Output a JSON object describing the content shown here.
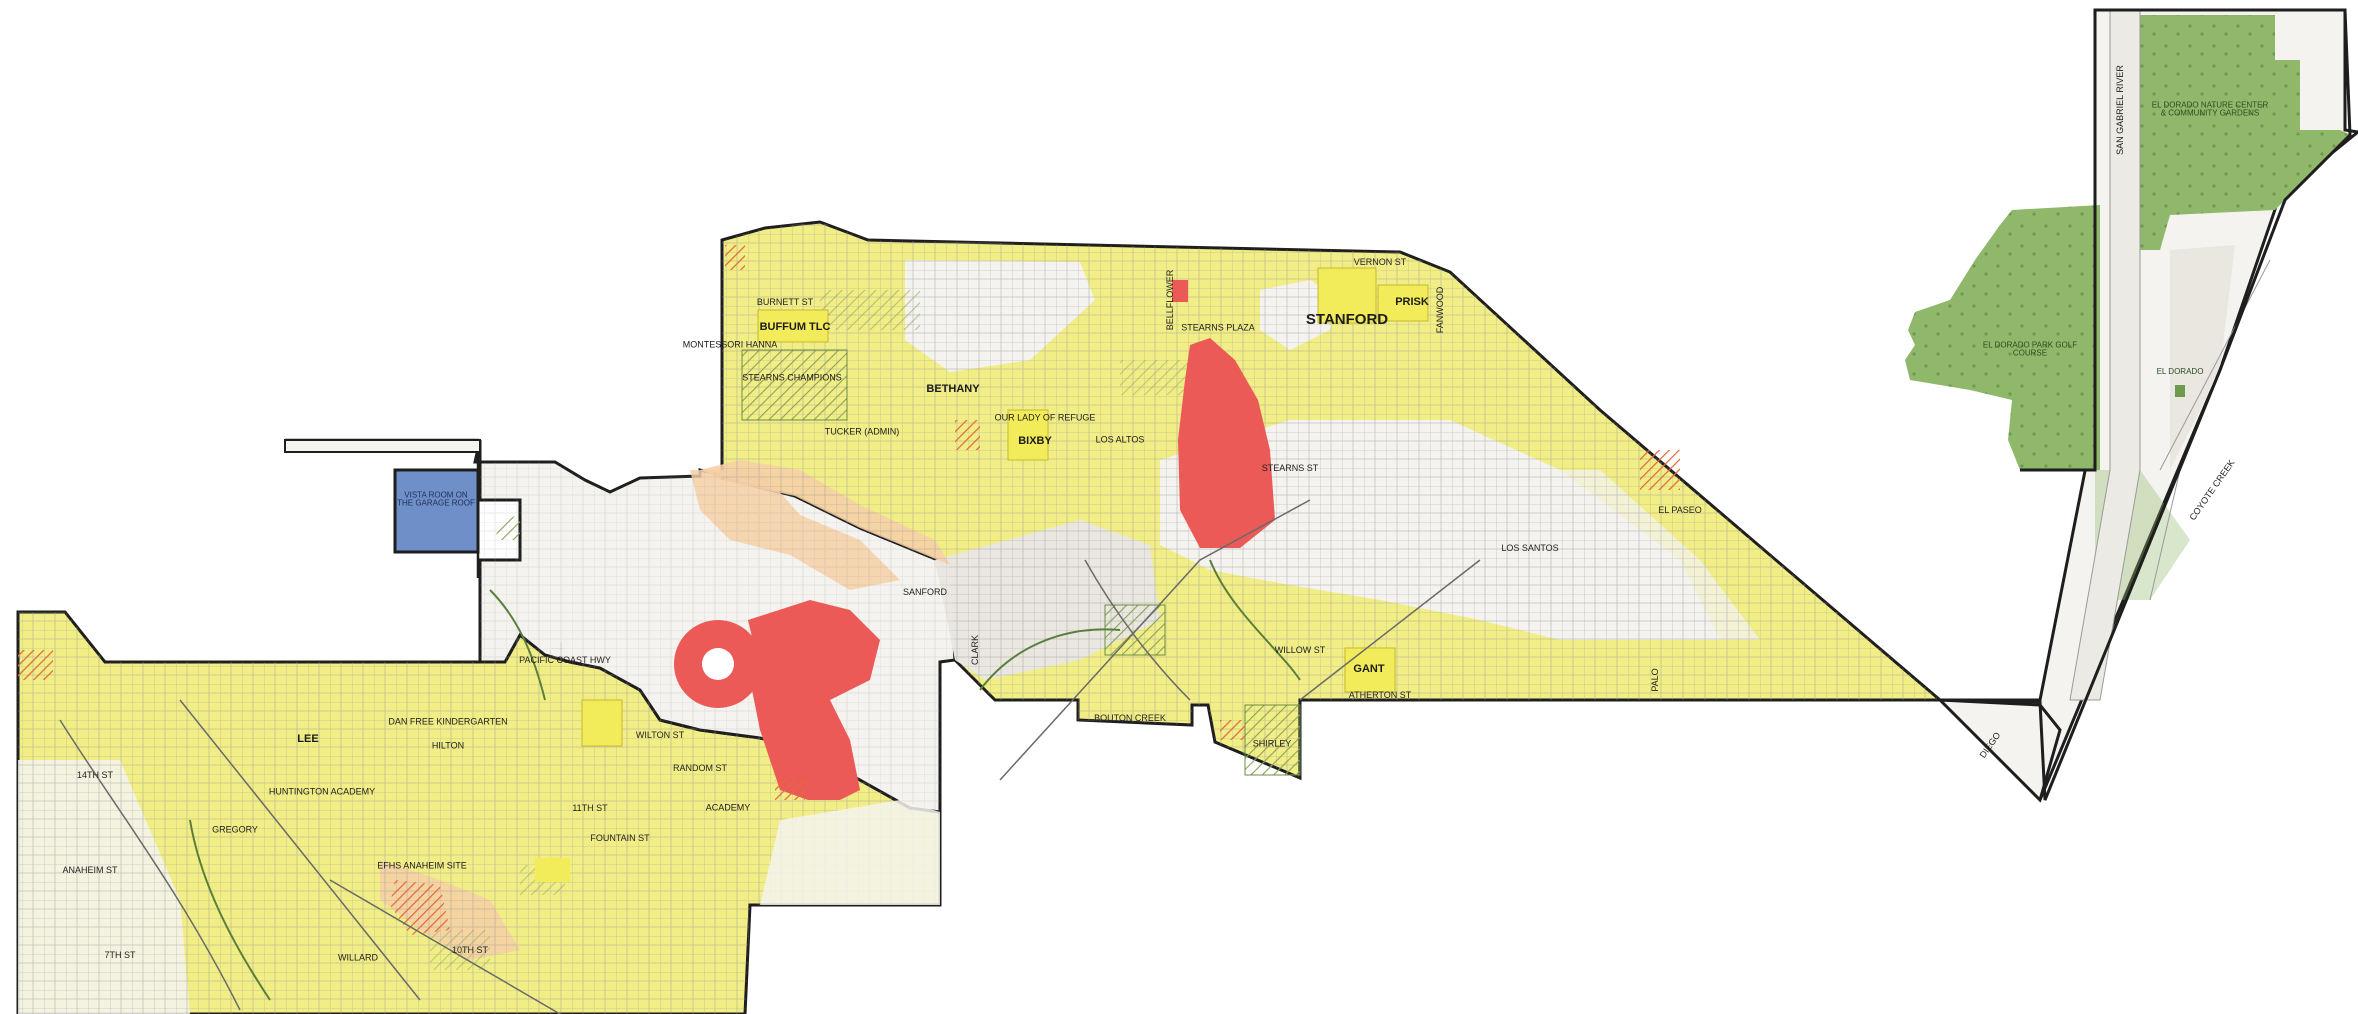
{
  "colors": {
    "boundary": "#1e1e1e",
    "buffer_yellow": "#f2ee86",
    "buffer_peach": "#f6cfa6",
    "hotspot_red": "#ec5a57",
    "park_green": "#8fb86a",
    "blue_site": "#6f8fc8",
    "street_grid": "#9a9a9a"
  },
  "labels": {
    "stanford": "STANFORD",
    "prisk": "PRISK",
    "buffum": "BUFFUM TLC",
    "montessori": "MONTESSORI HANNA",
    "stearns_champions": "STEARNS CHAMPIONS",
    "tucker": "TUCKER (ADMIN)",
    "bethany": "BETHANY",
    "our_lady": "OUR LADY OF REFUGE",
    "bixby": "BIXBY",
    "los_altos": "LOS ALTOS",
    "stearns_plaza": "STEARNS PLAZA",
    "gant": "GANT",
    "lee": "LEE",
    "dan_free": "DAN FREE KINDERGARTEN",
    "hilton": "HILTON",
    "huntington": "HUNTINGTON ACADEMY",
    "gregory": "GREGORY",
    "efhs": "EFHS ANAHEIM SITE",
    "willard": "WILLARD",
    "academy": "ACADEMY",
    "shirley": "SHIRLEY",
    "el_dorado_nature": "EL DORADO NATURE CENTER & COMMUNITY GARDENS",
    "el_dorado_golf": "EL DORADO PARK GOLF COURSE",
    "el_dorado": "EL DORADO",
    "vista_room": "VISTA ROOM ON THE GARAGE ROOF"
  },
  "streets": {
    "stearns_st": "STEARNS ST",
    "los_santos": "LOS SANTOS",
    "atherton": "ATHERTON ST",
    "pch": "PACIFIC COAST HWY",
    "anaheim": "ANAHEIM ST",
    "sanford": "SANFORD",
    "bouton_creek": "BOUTON CREEK",
    "palo": "PALO",
    "el_paseo": "EL PASEO",
    "san_gabriel_river": "SAN GABRIEL RIVER",
    "coyote_creek": "COYOTE CREEK",
    "willow": "WILLOW ST",
    "burnett": "BURNETT ST",
    "vernon": "VERNON ST",
    "fanwood": "FANWOOD",
    "clark": "CLARK",
    "bellflower": "BELLFLOWER",
    "fountain": "FOUNTAIN ST",
    "random": "RANDOM ST",
    "wilton": "WILTON ST",
    "tenth": "10TH ST",
    "seventh": "7TH ST",
    "eleventh": "11TH ST",
    "fourteenth": "14TH ST",
    "diego": "DIEGO"
  }
}
